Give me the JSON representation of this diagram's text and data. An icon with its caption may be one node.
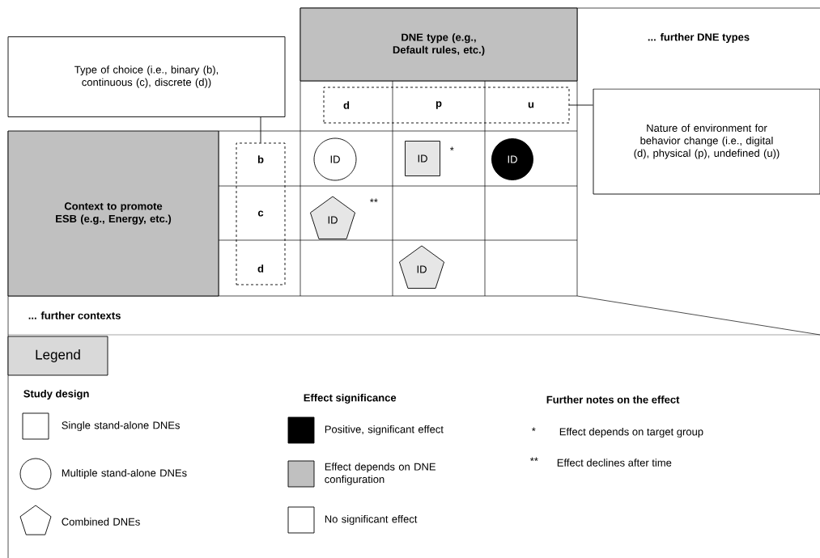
{
  "diagram": {
    "nodes": [
      {
        "text": [
          "Type of choice (i.e., binary (b), continuous (c), discrete (d))"
        ]
      },
      {
        "text": [
          "DNE type (e.g., Default rules, etc.)"
        ]
      },
      {
        "text": [
          "... further DNE types"
        ]
      },
      {
        "text": [],
        "shape": "box"
      },
      {
        "text": [
          "d"
        ],
        "in": 3
      },
      {
        "text": [
          "p"
        ],
        "in": 3
      },
      {
        "text": [
          "u"
        ],
        "in": 3
      },
      {
        "text": [
          "Nature of environment for behavior change (i.e., digital (d), physical (p), undefined (u))"
        ]
      },
      {
        "text": [
          "Context to promote ESB (e.g., Energy, etc.)"
        ]
      },
      {
        "text": [],
        "shape": "box"
      },
      {
        "text": [
          "b"
        ],
        "in": 9
      },
      {
        "text": [
          "c"
        ],
        "in": 9
      },
      {
        "text": [
          "d"
        ],
        "in": 9
      },
      {
        "text": [
          "ID"
        ]
      },
      {
        "text": [
          "ID"
        ],
        "beside": [
          "*"
        ]
      },
      {
        "text": [
          "ID"
        ]
      },
      {
        "text": [
          "ID"
        ],
        "beside": [
          "**"
        ]
      },
      {
        "text": [
          "ID"
        ]
      },
      {
        "text": [
          "... further contexts"
        ]
      },
      {
        "text": [
          "Legend"
        ]
      }
    ],
    "edges": [
      {
        "from": 0,
        "to": 9,
        "arrow": "none"
      },
      {
        "from": 3,
        "to": 7,
        "arrow": "none"
      }
    ],
    "labels": [
      "Study design",
      "Effect significance",
      "Further notes on the effect",
      "*",
      "Effect depends on target group",
      "**",
      "Effect declines after time"
    ],
    "legend": [
      {
        "text": "Single stand-alone DNEs"
      },
      {
        "text": "Multiple stand-alone DNEs"
      },
      {
        "text": "Combined DNEs"
      },
      {
        "text": "Positive, significant effect",
        "color": "#000000"
      },
      {
        "text": "Effect depends on DNE configuration",
        "color": "#c0c0c0"
      },
      {
        "text": "No significant effect"
      }
    ]
  }
}
